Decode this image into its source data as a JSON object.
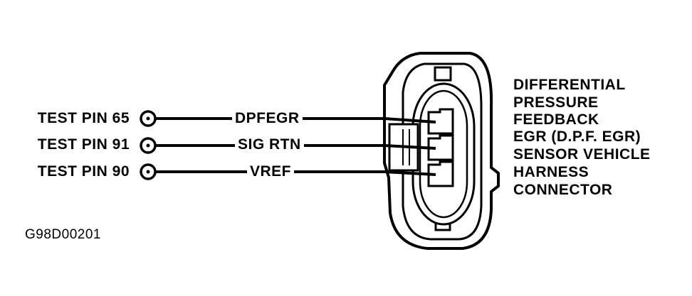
{
  "connector": {
    "description": [
      "DIFFERENTIAL",
      "PRESSURE",
      "FEEDBACK",
      "EGR (D.P.F. EGR)",
      "SENSOR VEHICLE",
      "HARNESS",
      "CONNECTOR"
    ]
  },
  "pins": [
    {
      "test_pin": "TEST PIN 65",
      "wire": "DPFEGR"
    },
    {
      "test_pin": "TEST PIN 91",
      "wire": "SIG RTN"
    },
    {
      "test_pin": "TEST PIN 90",
      "wire": "VREF"
    }
  ],
  "figure_id": "G98D00201"
}
